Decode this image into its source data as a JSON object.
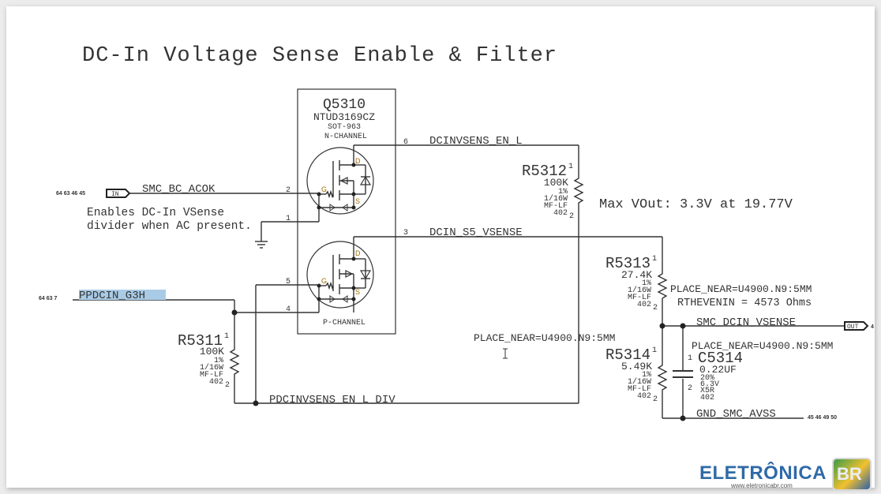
{
  "title": "DC-In Voltage Sense Enable & Filter",
  "q5310": {
    "ref": "Q5310",
    "part": "NTUD3169CZ",
    "package": "SOT-963",
    "top_type": "N-CHANNEL",
    "bottom_type": "P-CHANNEL",
    "pins": {
      "p1": "1",
      "p2": "2",
      "p3": "3",
      "p4": "4",
      "p5": "5",
      "p6": "6"
    },
    "terminals": {
      "gate": "G",
      "drain": "D",
      "source": "S"
    }
  },
  "nets": {
    "smc_bc_acok": "SMC_BC_ACOK",
    "smc_bc_acok_pages": "64 63 46 45",
    "smc_bc_acok_port": "IN",
    "ppdcin_g3h": "PPDCIN_G3H",
    "ppdcin_g3h_pages": "64 63 7",
    "dcinvsens_en_l": "DCINVSENS_EN_L",
    "dcin_s5_vsense": "DCIN_S5_VSENSE",
    "pdcinvsens_en_l_div": "PDCINVSENS_EN_L_DIV",
    "smc_dcin_vsense": "SMC_DCIN_VSENSE",
    "smc_dcin_vsense_port": "OUT",
    "smc_dcin_vsense_pages": "4",
    "gnd_smc_avss": "GND_SMC_AVSS",
    "gnd_smc_avss_pages": "45 46 49 50"
  },
  "notes": {
    "enable_line1": "Enables DC-In VSense",
    "enable_line2": "divider when AC present.",
    "max_vout": "Max VOut: 3.3V at 19.77V",
    "place_near_mid": "PLACE_NEAR=U4900.N9:5MM",
    "place_near_r5313": "PLACE_NEAR=U4900.N9:5MM",
    "rthevenin": "RTHEVENIN = 4573 Ohms",
    "place_near_c5314": "PLACE_NEAR=U4900.N9:5MM"
  },
  "resistors": [
    {
      "ref": "R5311",
      "value": "100K",
      "tol": "1%",
      "power": "1/16W",
      "type": "MF-LF",
      "size": "402",
      "pin1": "1",
      "pin2": "2"
    },
    {
      "ref": "R5312",
      "value": "100K",
      "tol": "1%",
      "power": "1/16W",
      "type": "MF-LF",
      "size": "402",
      "pin1": "1",
      "pin2": "2"
    },
    {
      "ref": "R5313",
      "value": "27.4K",
      "tol": "1%",
      "power": "1/16W",
      "type": "MF-LF",
      "size": "402",
      "pin1": "1",
      "pin2": "2"
    },
    {
      "ref": "R5314",
      "value": "5.49K",
      "tol": "1%",
      "power": "1/16W",
      "type": "MF-LF",
      "size": "402",
      "pin1": "1",
      "pin2": "2"
    }
  ],
  "capacitor": {
    "ref": "C5314",
    "value": "0.22UF",
    "tol": "20%",
    "voltage": "6.3V",
    "dielectric": "X5R",
    "size": "402",
    "pin1": "1",
    "pin2": "2"
  },
  "logo": {
    "brand": "ELETRÔNICA",
    "badge": "BR",
    "url": "www.eletronicabr.com"
  }
}
